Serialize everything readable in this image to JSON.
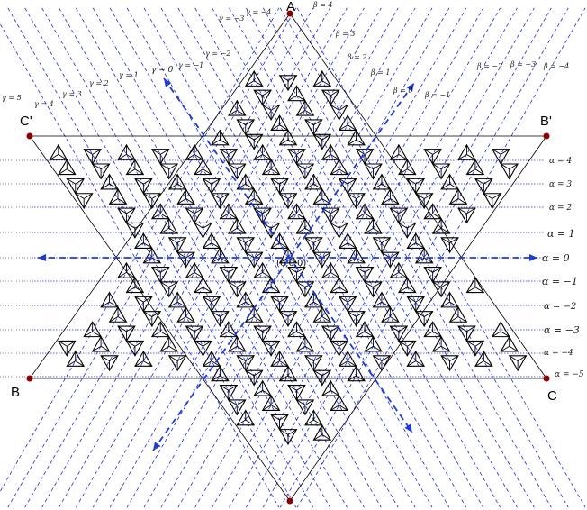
{
  "corners": {
    "A": "A",
    "B": "B",
    "C": "C",
    "B_prime": "B'",
    "C_prime": "C'"
  },
  "center_label": "(0,0,0)",
  "alpha_labels": [
    "α = 4",
    "α = 3",
    "α = 2",
    "α = 1",
    "α = 0",
    "α = −1",
    "α = −2",
    "α = −3",
    "α = −4",
    "α = −5"
  ],
  "beta_labels": [
    "β = 4",
    "β = 3",
    "β = 2",
    "β = 1",
    "β = 0",
    "β = −1",
    "β = −2",
    "β = −3",
    "β = −4"
  ],
  "gamma_labels": [
    "γ = −4",
    "γ = −3",
    "γ = −2",
    "γ = −1",
    "γ = 0",
    "γ = 1",
    "γ = 2",
    "γ = 3",
    "γ = 4",
    "γ = 5"
  ],
  "colors": {
    "lattice": "#000000",
    "guide": "#1f2fd6",
    "axis": "#1f3ad8",
    "point": "#8b0000"
  }
}
